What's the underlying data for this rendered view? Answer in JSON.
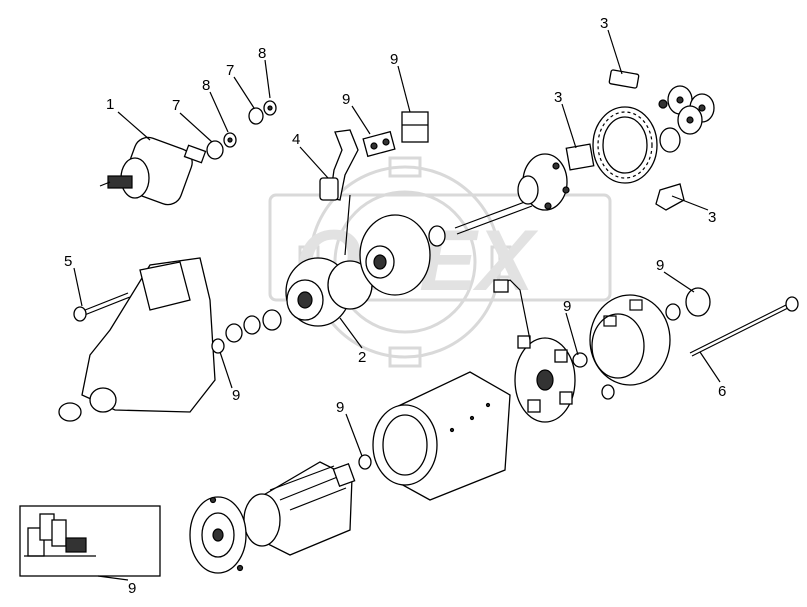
{
  "watermark": "OPEX",
  "callouts": [
    {
      "id": "c1",
      "text": "1"
    },
    {
      "id": "c2",
      "text": "2"
    },
    {
      "id": "c3a",
      "text": "3"
    },
    {
      "id": "c3b",
      "text": "3"
    },
    {
      "id": "c3c",
      "text": "3"
    },
    {
      "id": "c4",
      "text": "4"
    },
    {
      "id": "c5",
      "text": "5"
    },
    {
      "id": "c6",
      "text": "6"
    },
    {
      "id": "c7a",
      "text": "7"
    },
    {
      "id": "c7b",
      "text": "7"
    },
    {
      "id": "c8a",
      "text": "8"
    },
    {
      "id": "c8b",
      "text": "8"
    },
    {
      "id": "c9a",
      "text": "9"
    },
    {
      "id": "c9b",
      "text": "9"
    },
    {
      "id": "c9c",
      "text": "9"
    },
    {
      "id": "c9d",
      "text": "9"
    },
    {
      "id": "c9e",
      "text": "9"
    },
    {
      "id": "c9f",
      "text": "9"
    },
    {
      "id": "c9g",
      "text": "9"
    }
  ]
}
